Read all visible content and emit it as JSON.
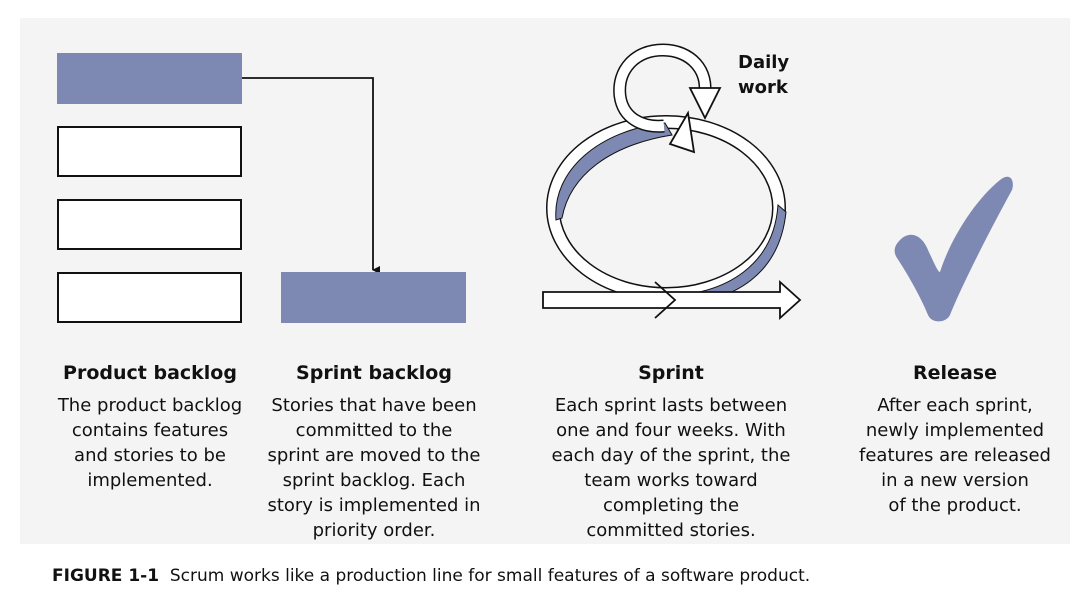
{
  "colors": {
    "accent": "#7d89b3",
    "panel": "#f4f4f4",
    "stroke": "#111111"
  },
  "daily_work_label": {
    "line1": "Daily",
    "line2": "work"
  },
  "columns": [
    {
      "heading": "Product backlog",
      "body": "The product backlog\ncontains features\nand stories to be\nimplemented."
    },
    {
      "heading": "Sprint backlog",
      "body": "Stories that have been\ncommitted to the\nsprint are moved to the\nsprint backlog. Each\nstory is implemented in\npriority order."
    },
    {
      "heading": "Sprint",
      "body": "Each sprint lasts between\none and four weeks. With\neach day of the sprint, the\nteam works toward\ncompleting the\ncommitted stories."
    },
    {
      "heading": "Release",
      "body": "After each sprint,\nnewly implemented\nfeatures are released\nin a new version\nof the product."
    }
  ],
  "caption": {
    "label": "FIGURE 1-1",
    "text": "Scrum works like a production line for small features of a software product."
  }
}
